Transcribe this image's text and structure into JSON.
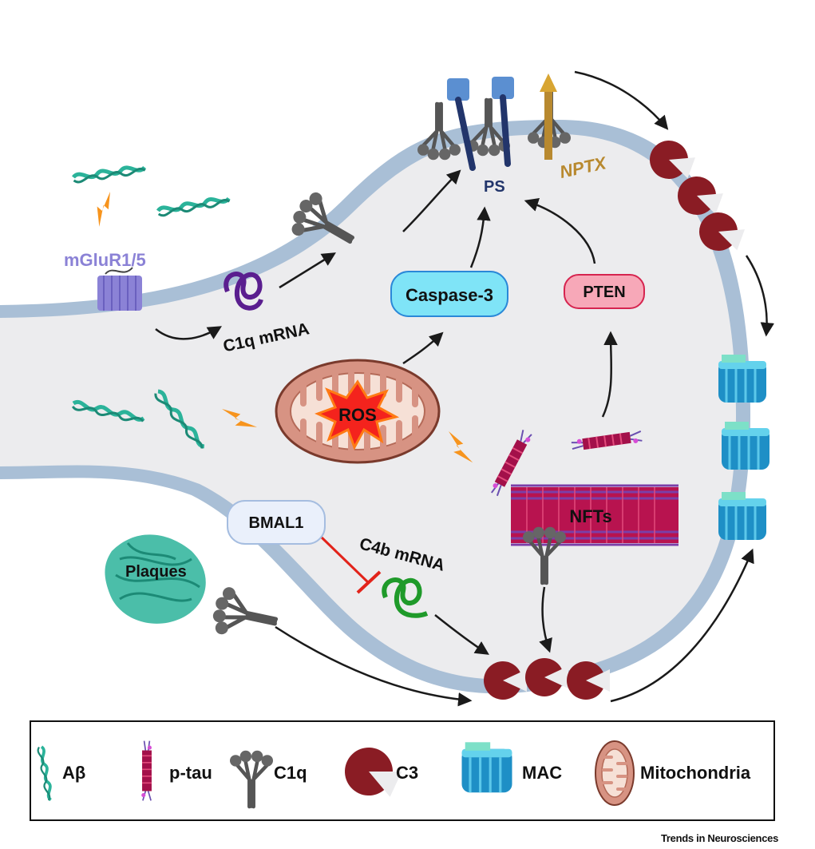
{
  "labels": {
    "mglur": "mGluR1/5",
    "c1q_mrna": "C1q mRNA",
    "caspase3": "Caspase-3",
    "pten": "PTEN",
    "ps": "PS",
    "nptx": "NPTX",
    "ros": "ROS",
    "bmal1": "BMAL1",
    "c4b_mrna": "C4b mRNA",
    "plaques": "Plaques",
    "nfts": "NFTs"
  },
  "legend": {
    "abeta": "Aβ",
    "ptau": "p-tau",
    "c1q": "C1q",
    "c3": "C3",
    "mac": "MAC",
    "mito": "Mitochondria"
  },
  "credit": "Trends in Neurosciences",
  "colors": {
    "membrane": "#a9bfd6",
    "cytoplasm": "#ececee",
    "c3": "#8a1c24",
    "mac": "#2aa3d8",
    "abeta": "#2bb39a",
    "ptau": "#b8134f",
    "caspase_fill": "#7fe4f7",
    "pten_fill": "#f7a8b8",
    "mglur": "#8b82d6",
    "nptx": "#b8892f",
    "inhibit": "#e2231a"
  }
}
